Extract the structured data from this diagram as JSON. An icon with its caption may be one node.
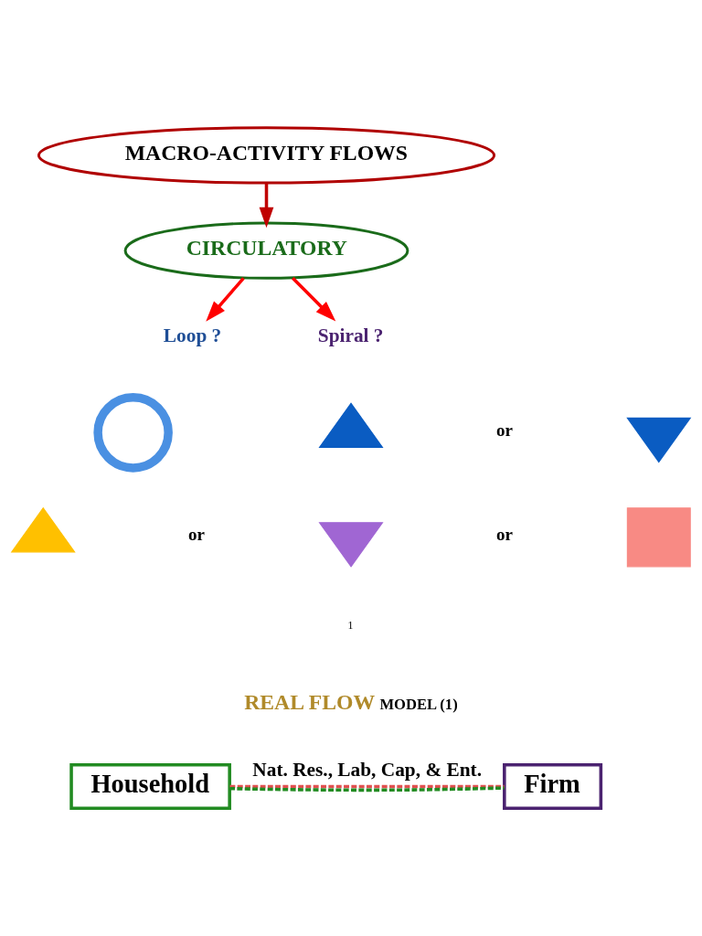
{
  "diagram": {
    "nodes": [
      {
        "text": [
          "MACRO-ACTIVITY FLOWS"
        ]
      },
      {
        "text": [
          "CIRCULATORY"
        ]
      },
      {
        "text": [
          "Loop ?"
        ]
      },
      {
        "text": [
          "Spiral ?"
        ]
      },
      {
        "text": [],
        "shape": "circle"
      },
      {
        "text": [],
        "shape": "triangle"
      },
      {
        "text": [],
        "shape": "inverted-triangle"
      },
      {
        "text": [],
        "shape": "triangle"
      },
      {
        "text": [],
        "shape": "inverted-triangle"
      },
      {
        "text": [],
        "shape": "box"
      },
      {
        "text": [
          "Household"
        ]
      },
      {
        "text": [
          "Firm"
        ]
      }
    ],
    "edges": [
      {
        "from": 0,
        "to": 1,
        "arrow": "to",
        "color": "#c00000"
      },
      {
        "from": 1,
        "to": 2,
        "arrow": "to",
        "color": "#ff0000"
      },
      {
        "from": 1,
        "to": 3,
        "arrow": "to",
        "color": "#ff0000"
      },
      {
        "from": 10,
        "to": 11,
        "arrow": "none",
        "label": "Nat. Res., Lab, Cap, & Ent.",
        "style": "dashed",
        "color": "#e05050"
      },
      {
        "from": 10,
        "to": 11,
        "arrow": "none",
        "style": "dashed",
        "color": "#228b22"
      }
    ],
    "labels": [
      "or",
      "or",
      "or",
      "1",
      "REAL FLOW",
      "MODEL (1)"
    ]
  }
}
